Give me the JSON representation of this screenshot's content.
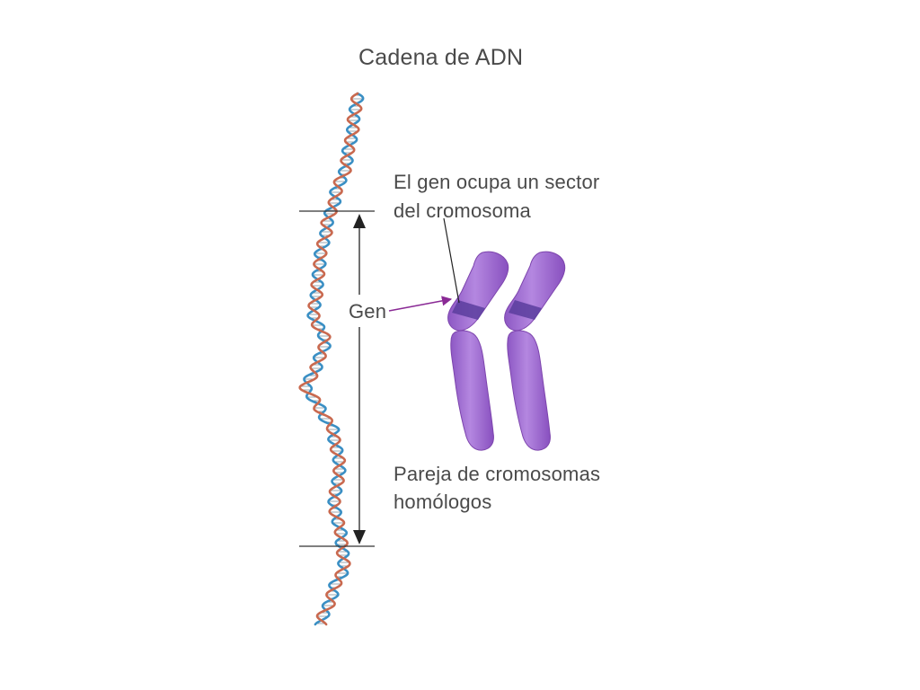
{
  "title": "Cadena de ADN",
  "labels": {
    "gene_sector_line1": "El gen ocupa un sector",
    "gene_sector_line2": "del cromosoma",
    "gene": "Gen",
    "homologous_pair_line1": "Pareja de cromosomas",
    "homologous_pair_line2": "homólogos"
  },
  "colors": {
    "dna_strand_a": "#3a8fc4",
    "dna_strand_b": "#c9694f",
    "dna_rungs": "#9aa7b0",
    "chromosome_fill": "#a26ad1",
    "chromosome_edge": "#7d45ad",
    "gene_band": "#5a3d9e",
    "gene_arrow": "#8a2a95",
    "lines": "#333333",
    "text": "#4a4a4a"
  }
}
